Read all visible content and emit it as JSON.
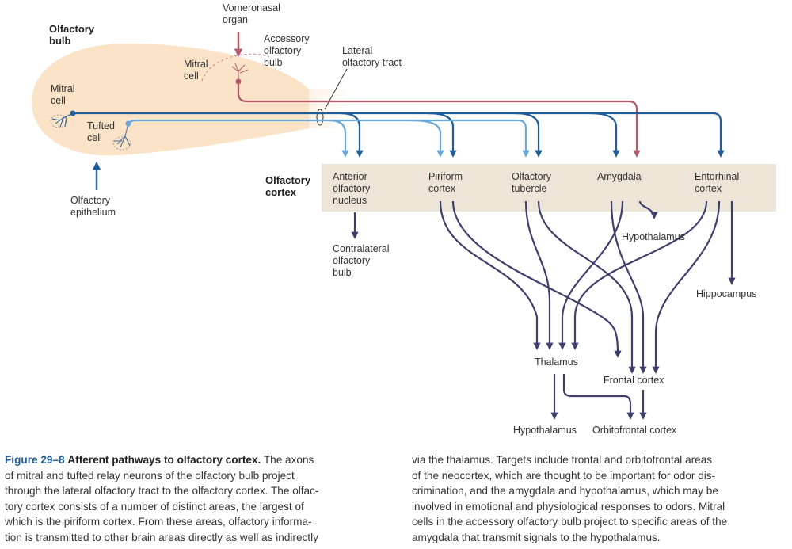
{
  "labels": {
    "vomeronasal": [
      "Vomeronasal",
      "organ"
    ],
    "olfactory_bulb": [
      "Olfactory",
      "bulb"
    ],
    "accessory_bulb": [
      "Accessory",
      "olfactory",
      "bulb"
    ],
    "lateral_tract": [
      "Lateral",
      "olfactory tract"
    ],
    "mitral_cell_accessory": [
      "Mitral",
      "cell"
    ],
    "mitral_cell_main": [
      "Mitral",
      "cell"
    ],
    "tufted_cell": [
      "Tufted",
      "cell"
    ],
    "olfactory_epithelium": [
      "Olfactory",
      "epithelium"
    ],
    "olfactory_cortex": [
      "Olfactory",
      "cortex"
    ],
    "anterior_nucleus": [
      "Anterior",
      "olfactory",
      "nucleus"
    ],
    "piriform": [
      "Piriform",
      "cortex"
    ],
    "tubercle": [
      "Olfactory",
      "tubercle"
    ],
    "amygdala": [
      "Amygdala"
    ],
    "entorhinal": [
      "Entorhinal",
      "cortex"
    ],
    "contralateral": [
      "Contralateral",
      "olfactory",
      "bulb"
    ],
    "hypothalamus_amygdala": [
      "Hypothalamus"
    ],
    "hippocampus": [
      "Hippocampus"
    ],
    "thalamus": [
      "Thalamus"
    ],
    "frontal_cortex": [
      "Frontal cortex"
    ],
    "hypothalamus_bottom": [
      "Hypothalamus"
    ],
    "orbitofrontal": [
      "Orbitofrontal cortex"
    ]
  },
  "caption": {
    "figure_label": "Figure 29–8",
    "title": "Afferent pathways to olfactory cortex.",
    "left_lines": [
      " The axons",
      "of mitral and tufted relay neurons of the olfactory bulb project",
      "through the lateral olfactory tract to the olfactory cortex. The olfac-",
      "tory cortex consists of a number of distinct areas, the largest of",
      "which is the piriform cortex. From these areas, olfactory informa-",
      "tion is transmitted to other brain areas directly as well as indirectly"
    ],
    "right_lines": [
      "via the thalamus. Targets include frontal and orbitofrontal areas",
      "of the neocortex, which are thought to be important for odor dis-",
      "crimination, and the amygdala and hypothalamus, which may be",
      "involved in emotional and physiological responses to odors. Mitral",
      "cells in the accessory olfactory bulb project to specific areas of the",
      "amygdala that transmit signals to the hypothalamus."
    ]
  },
  "colors": {
    "bulb_fill": "#fbe3c8",
    "cortex_band": "#ece5d8",
    "dark_blue": "#1f5c99",
    "light_blue": "#6aa8dc",
    "navy": "#3f3f6e",
    "vomeronasal_red": "#b35a6a",
    "caption_blue": "#1f5c99"
  }
}
